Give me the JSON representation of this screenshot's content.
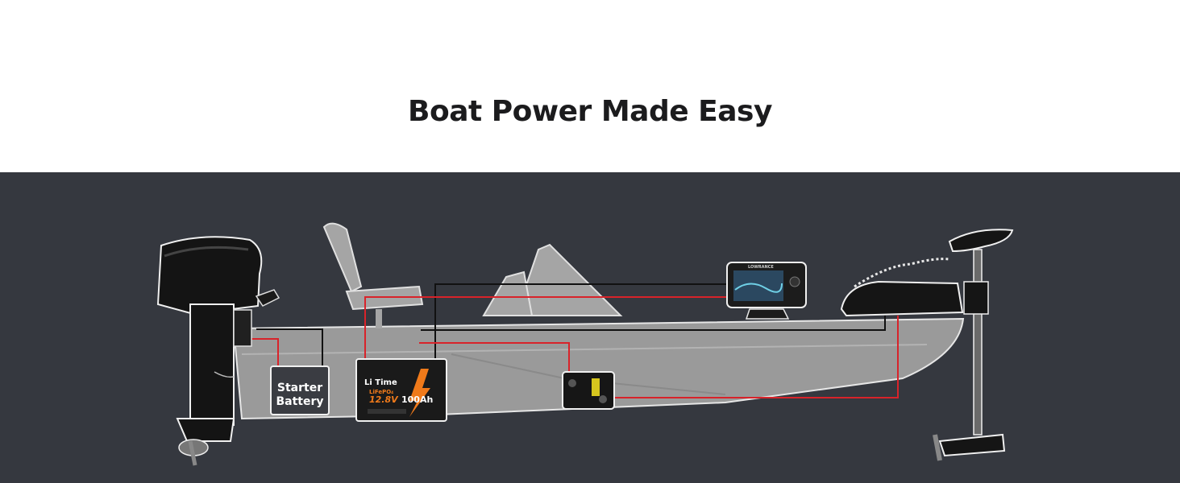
{
  "header": {
    "title": "Boat Power Made Easy"
  },
  "starter_battery": {
    "line1": "Starter",
    "line2": "Battery"
  },
  "lithium_battery": {
    "brand": "Li Time",
    "chemistry": "LiFePO₄",
    "voltage": "12.8V",
    "capacity": "100Ah"
  },
  "fish_finder": {
    "brand": "LOWRANCE"
  },
  "colors": {
    "positive_wire": "#d8232a",
    "negative_wire": "#111111",
    "accent_orange": "#f07a1a",
    "background": "#35383f"
  },
  "icons": {
    "outboard_motor": "outboard-motor-icon",
    "trolling_motor": "trolling-motor-icon",
    "circuit_breaker": "circuit-breaker-icon",
    "fish_finder": "fish-finder-icon"
  }
}
